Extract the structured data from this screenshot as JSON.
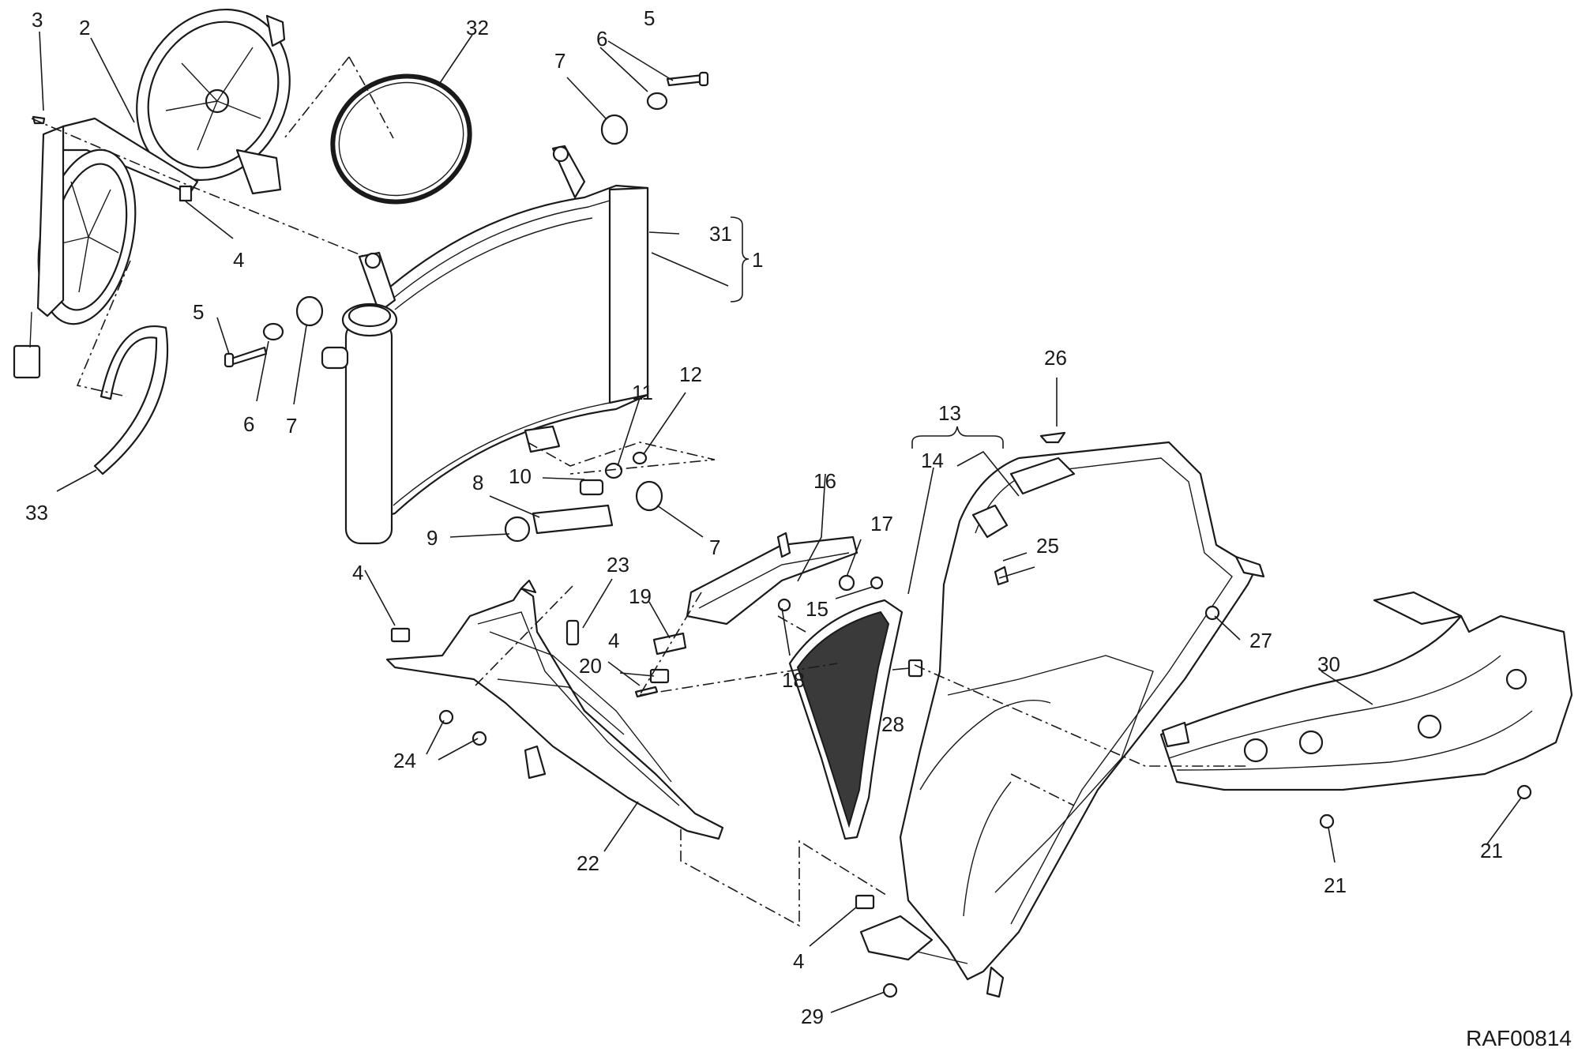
{
  "diagram": {
    "reference_code": "RAF00814",
    "callouts": [
      "1",
      "2",
      "3",
      "4",
      "5",
      "6",
      "7",
      "8",
      "9",
      "10",
      "11",
      "12",
      "13",
      "14",
      "15",
      "16",
      "17",
      "18",
      "19",
      "20",
      "21",
      "22",
      "23",
      "24",
      "25",
      "26",
      "27",
      "28",
      "29",
      "30",
      "31",
      "32",
      "33"
    ],
    "labels": {
      "n1": "1",
      "n2": "2",
      "n3": "3",
      "n4a": "4",
      "n4b": "4",
      "n4c": "4",
      "n4d": "4",
      "n5a": "5",
      "n5b": "5",
      "n6a": "6",
      "n6b": "6",
      "n7a": "7",
      "n7b": "7",
      "n7c": "7",
      "n8": "8",
      "n9": "9",
      "n10": "10",
      "n11": "11",
      "n12": "12",
      "n13": "13",
      "n14": "14",
      "n15": "15",
      "n16": "16",
      "n17": "17",
      "n18": "18",
      "n19": "19",
      "n20": "20",
      "n21a": "21",
      "n21b": "21",
      "n22": "22",
      "n23": "23",
      "n24": "24",
      "n25": "25",
      "n26": "26",
      "n27": "27",
      "n28": "28",
      "n29": "29",
      "n30": "30",
      "n31": "31",
      "n32": "32",
      "n33": "33"
    }
  }
}
